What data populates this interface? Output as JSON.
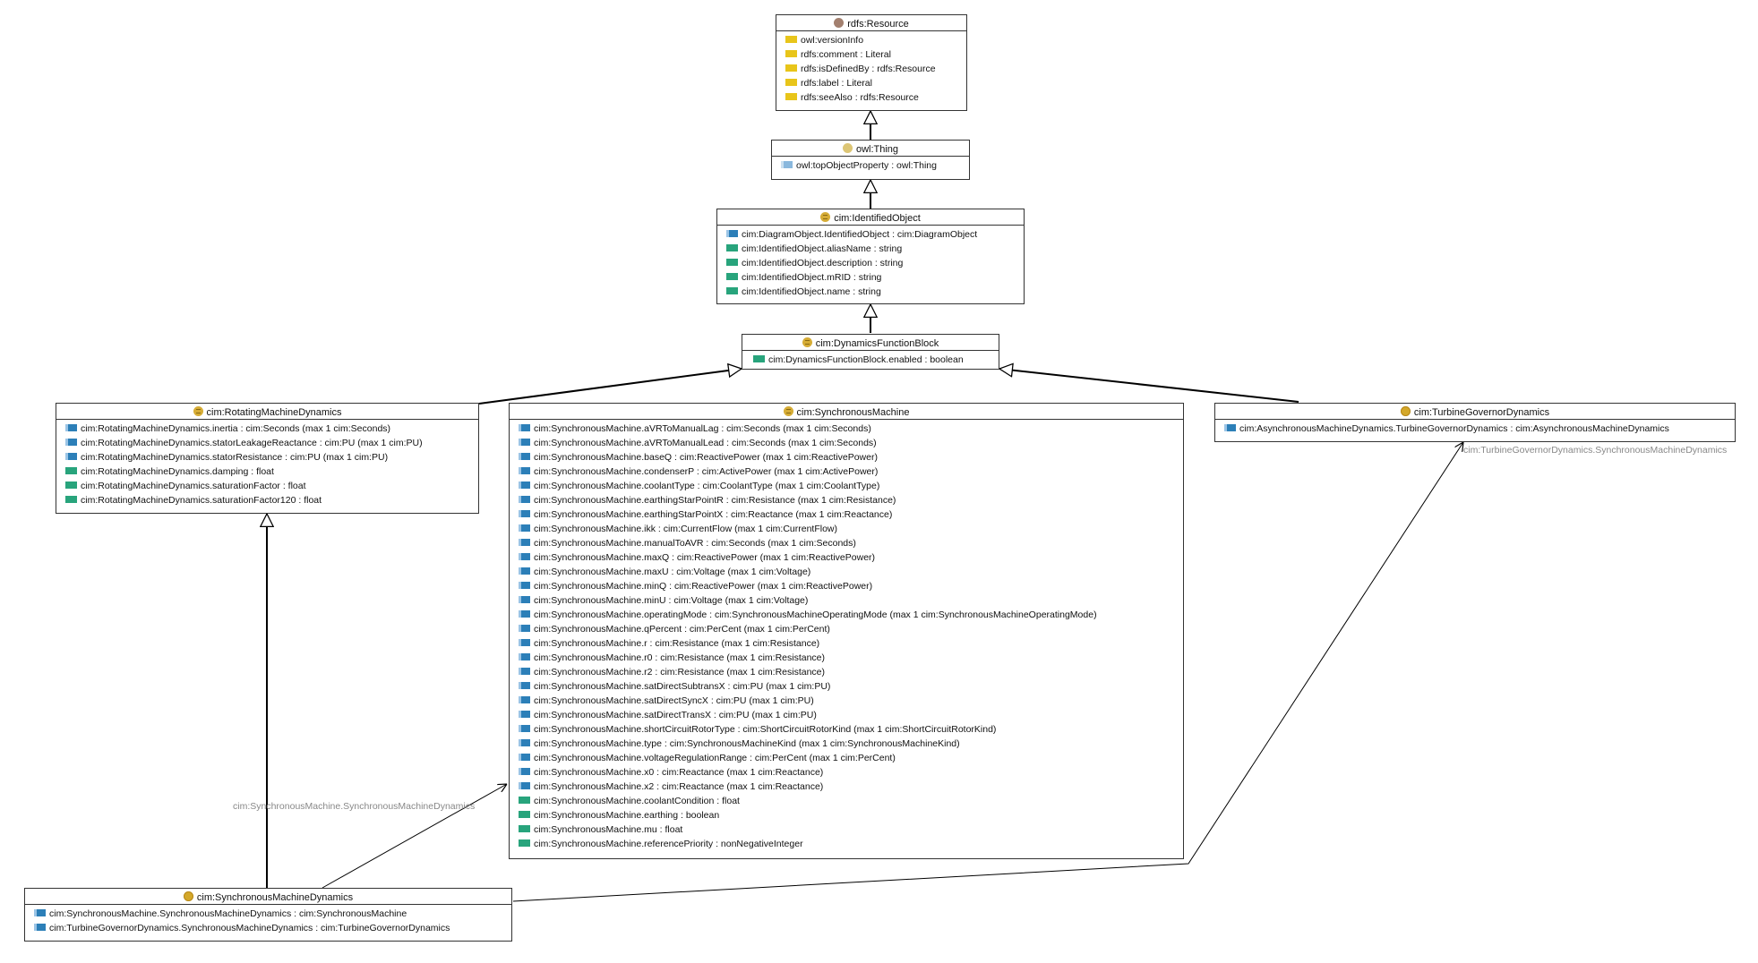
{
  "classes": {
    "rdfs_resource": {
      "name": "rdfs:Resource",
      "icon": "annotation-class-icon",
      "properties": [
        {
          "label": "owl:versionInfo",
          "kind": "annotation"
        },
        {
          "label": "rdfs:comment : Literal",
          "kind": "annotation"
        },
        {
          "label": "rdfs:isDefinedBy : rdfs:Resource",
          "kind": "annotation"
        },
        {
          "label": "rdfs:label : Literal",
          "kind": "annotation"
        },
        {
          "label": "rdfs:seeAlso : rdfs:Resource",
          "kind": "annotation"
        }
      ]
    },
    "owl_thing": {
      "name": "owl:Thing",
      "icon": "thing-class-icon",
      "properties": [
        {
          "label": "owl:topObjectProperty : owl:Thing",
          "kind": "topobject"
        }
      ]
    },
    "identified_object": {
      "name": "cim:IdentifiedObject",
      "icon": "cim-class-icon",
      "properties": [
        {
          "label": "cim:DiagramObject.IdentifiedObject : cim:DiagramObject",
          "kind": "object"
        },
        {
          "label": "cim:IdentifiedObject.aliasName : string",
          "kind": "data"
        },
        {
          "label": "cim:IdentifiedObject.description : string",
          "kind": "data"
        },
        {
          "label": "cim:IdentifiedObject.mRID : string",
          "kind": "data"
        },
        {
          "label": "cim:IdentifiedObject.name : string",
          "kind": "data"
        }
      ]
    },
    "dynamics_function_block": {
      "name": "cim:DynamicsFunctionBlock",
      "icon": "cim-class-icon",
      "properties": [
        {
          "label": "cim:DynamicsFunctionBlock.enabled : boolean",
          "kind": "data"
        }
      ]
    },
    "rotating_machine_dynamics": {
      "name": "cim:RotatingMachineDynamics",
      "icon": "cim-class-icon",
      "properties": [
        {
          "label": "cim:RotatingMachineDynamics.inertia : cim:Seconds (max 1 cim:Seconds)",
          "kind": "object"
        },
        {
          "label": "cim:RotatingMachineDynamics.statorLeakageReactance : cim:PU (max 1 cim:PU)",
          "kind": "object"
        },
        {
          "label": "cim:RotatingMachineDynamics.statorResistance : cim:PU (max 1 cim:PU)",
          "kind": "object"
        },
        {
          "label": "cim:RotatingMachineDynamics.damping : float",
          "kind": "data"
        },
        {
          "label": "cim:RotatingMachineDynamics.saturationFactor : float",
          "kind": "data"
        },
        {
          "label": "cim:RotatingMachineDynamics.saturationFactor120 : float",
          "kind": "data"
        }
      ]
    },
    "synchronous_machine": {
      "name": "cim:SynchronousMachine",
      "icon": "cim-class-icon",
      "properties": [
        {
          "label": "cim:SynchronousMachine.aVRToManualLag : cim:Seconds (max 1 cim:Seconds)",
          "kind": "object"
        },
        {
          "label": "cim:SynchronousMachine.aVRToManualLead : cim:Seconds (max 1 cim:Seconds)",
          "kind": "object"
        },
        {
          "label": "cim:SynchronousMachine.baseQ : cim:ReactivePower (max 1 cim:ReactivePower)",
          "kind": "object"
        },
        {
          "label": "cim:SynchronousMachine.condenserP : cim:ActivePower (max 1 cim:ActivePower)",
          "kind": "object"
        },
        {
          "label": "cim:SynchronousMachine.coolantType : cim:CoolantType (max 1 cim:CoolantType)",
          "kind": "object"
        },
        {
          "label": "cim:SynchronousMachine.earthingStarPointR : cim:Resistance (max 1 cim:Resistance)",
          "kind": "object"
        },
        {
          "label": "cim:SynchronousMachine.earthingStarPointX : cim:Reactance (max 1 cim:Reactance)",
          "kind": "object"
        },
        {
          "label": "cim:SynchronousMachine.ikk : cim:CurrentFlow (max 1 cim:CurrentFlow)",
          "kind": "object"
        },
        {
          "label": "cim:SynchronousMachine.manualToAVR : cim:Seconds (max 1 cim:Seconds)",
          "kind": "object"
        },
        {
          "label": "cim:SynchronousMachine.maxQ : cim:ReactivePower (max 1 cim:ReactivePower)",
          "kind": "object"
        },
        {
          "label": "cim:SynchronousMachine.maxU : cim:Voltage (max 1 cim:Voltage)",
          "kind": "object"
        },
        {
          "label": "cim:SynchronousMachine.minQ : cim:ReactivePower (max 1 cim:ReactivePower)",
          "kind": "object"
        },
        {
          "label": "cim:SynchronousMachine.minU : cim:Voltage (max 1 cim:Voltage)",
          "kind": "object"
        },
        {
          "label": "cim:SynchronousMachine.operatingMode : cim:SynchronousMachineOperatingMode (max 1 cim:SynchronousMachineOperatingMode)",
          "kind": "object"
        },
        {
          "label": "cim:SynchronousMachine.qPercent : cim:PerCent (max 1 cim:PerCent)",
          "kind": "object"
        },
        {
          "label": "cim:SynchronousMachine.r : cim:Resistance (max 1 cim:Resistance)",
          "kind": "object"
        },
        {
          "label": "cim:SynchronousMachine.r0 : cim:Resistance (max 1 cim:Resistance)",
          "kind": "object"
        },
        {
          "label": "cim:SynchronousMachine.r2 : cim:Resistance (max 1 cim:Resistance)",
          "kind": "object"
        },
        {
          "label": "cim:SynchronousMachine.satDirectSubtransX : cim:PU (max 1 cim:PU)",
          "kind": "object"
        },
        {
          "label": "cim:SynchronousMachine.satDirectSyncX : cim:PU (max 1 cim:PU)",
          "kind": "object"
        },
        {
          "label": "cim:SynchronousMachine.satDirectTransX : cim:PU (max 1 cim:PU)",
          "kind": "object"
        },
        {
          "label": "cim:SynchronousMachine.shortCircuitRotorType : cim:ShortCircuitRotorKind (max 1 cim:ShortCircuitRotorKind)",
          "kind": "object"
        },
        {
          "label": "cim:SynchronousMachine.type : cim:SynchronousMachineKind (max 1 cim:SynchronousMachineKind)",
          "kind": "object"
        },
        {
          "label": "cim:SynchronousMachine.voltageRegulationRange : cim:PerCent (max 1 cim:PerCent)",
          "kind": "object"
        },
        {
          "label": "cim:SynchronousMachine.x0 : cim:Reactance (max 1 cim:Reactance)",
          "kind": "object"
        },
        {
          "label": "cim:SynchronousMachine.x2 : cim:Reactance (max 1 cim:Reactance)",
          "kind": "object"
        },
        {
          "label": "cim:SynchronousMachine.coolantCondition : float",
          "kind": "data"
        },
        {
          "label": "cim:SynchronousMachine.earthing : boolean",
          "kind": "data"
        },
        {
          "label": "cim:SynchronousMachine.mu : float",
          "kind": "data"
        },
        {
          "label": "cim:SynchronousMachine.referencePriority : nonNegativeInteger",
          "kind": "data"
        }
      ]
    },
    "turbine_governor_dynamics": {
      "name": "cim:TurbineGovernorDynamics",
      "icon": "cim-class-icon",
      "properties": [
        {
          "label": "cim:AsynchronousMachineDynamics.TurbineGovernorDynamics : cim:AsynchronousMachineDynamics",
          "kind": "object"
        }
      ]
    },
    "synchronous_machine_dynamics": {
      "name": "cim:SynchronousMachineDynamics",
      "icon": "cim-class-icon",
      "properties": [
        {
          "label": "cim:SynchronousMachine.SynchronousMachineDynamics : cim:SynchronousMachine",
          "kind": "object"
        },
        {
          "label": "cim:TurbineGovernorDynamics.SynchronousMachineDynamics : cim:TurbineGovernorDynamics",
          "kind": "object"
        }
      ]
    }
  },
  "edge_labels": {
    "sm_dynamics_to_sm": "cim:SynchronousMachine.SynchronousMachineDynamics",
    "tgd_to_smd": "cim:TurbineGovernorDynamics.SynchronousMachineDynamics"
  },
  "colors": {
    "annotation": "#e8c51a",
    "data": "#28a47c",
    "object": "#2c7fb8",
    "edge": "#000000",
    "edge_label": "#888888"
  }
}
